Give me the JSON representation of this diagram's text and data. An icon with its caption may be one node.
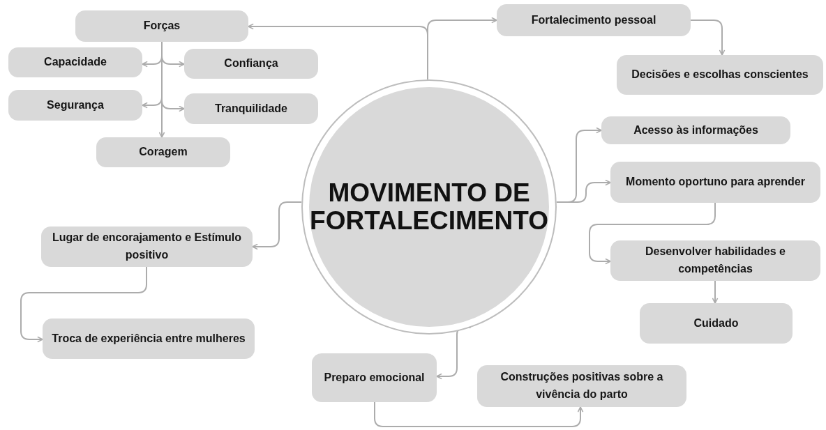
{
  "diagram": {
    "nodes": [
      {
        "text": [
          "MOVIMENTO DE FORTALECIMENTO"
        ]
      },
      {
        "text": [
          "Forças"
        ]
      },
      {
        "text": [
          "Capacidade"
        ]
      },
      {
        "text": [
          "Confiança"
        ]
      },
      {
        "text": [
          "Segurança"
        ]
      },
      {
        "text": [
          "Tranquilidade"
        ]
      },
      {
        "text": [
          "Coragem"
        ]
      },
      {
        "text": [
          "Fortalecimento pessoal"
        ]
      },
      {
        "text": [
          "Decisões e escolhas conscientes"
        ]
      },
      {
        "text": [
          "Acesso às informações"
        ]
      },
      {
        "text": [
          "Momento oportuno para aprender"
        ]
      },
      {
        "text": [
          "Desenvolver habilidades e competências"
        ]
      },
      {
        "text": [
          "Cuidado"
        ]
      },
      {
        "text": [
          "Lugar de encorajamento e Estímulo positivo"
        ]
      },
      {
        "text": [
          "Troca de experiência entre mulheres"
        ]
      },
      {
        "text": [
          "Preparo emocional"
        ]
      },
      {
        "text": [
          "Construções positivas sobre a vivência do parto"
        ]
      }
    ],
    "edges": [
      {
        "from": 0,
        "to": 1,
        "arrow": "to"
      },
      {
        "from": 0,
        "to": 7,
        "arrow": "to"
      },
      {
        "from": 1,
        "to": 2,
        "arrow": "to"
      },
      {
        "from": 1,
        "to": 3,
        "arrow": "to"
      },
      {
        "from": 1,
        "to": 4,
        "arrow": "to"
      },
      {
        "from": 1,
        "to": 5,
        "arrow": "to"
      },
      {
        "from": 1,
        "to": 6,
        "arrow": "to"
      },
      {
        "from": 7,
        "to": 8,
        "arrow": "to"
      },
      {
        "from": 0,
        "to": 9,
        "arrow": "to"
      },
      {
        "from": 0,
        "to": 10,
        "arrow": "to"
      },
      {
        "from": 10,
        "to": 11,
        "arrow": "to"
      },
      {
        "from": 11,
        "to": 12,
        "arrow": "to"
      },
      {
        "from": 0,
        "to": 13,
        "arrow": "to"
      },
      {
        "from": 13,
        "to": 14,
        "arrow": "to"
      },
      {
        "from": 0,
        "to": 15,
        "arrow": "to"
      },
      {
        "from": 15,
        "to": 16,
        "arrow": "to"
      }
    ]
  }
}
